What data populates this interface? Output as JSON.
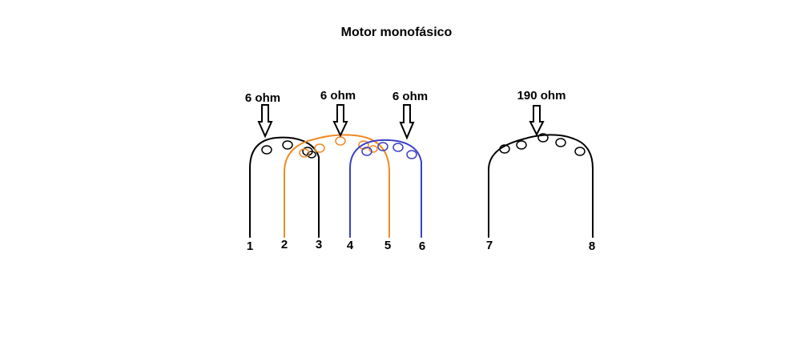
{
  "title": "Motor monofásico",
  "colors": {
    "black": "#000000",
    "orange": "#f08a24",
    "blue": "#3a3fc4"
  },
  "resistances": {
    "coil_1_3": "6 ohm",
    "coil_2_5": "6 ohm",
    "coil_4_6": "6 ohm",
    "coil_7_8": "190 ohm"
  },
  "terminals": {
    "t1": "1",
    "t2": "2",
    "t3": "3",
    "t4": "4",
    "t5": "5",
    "t6": "6",
    "t7": "7",
    "t8": "8"
  }
}
